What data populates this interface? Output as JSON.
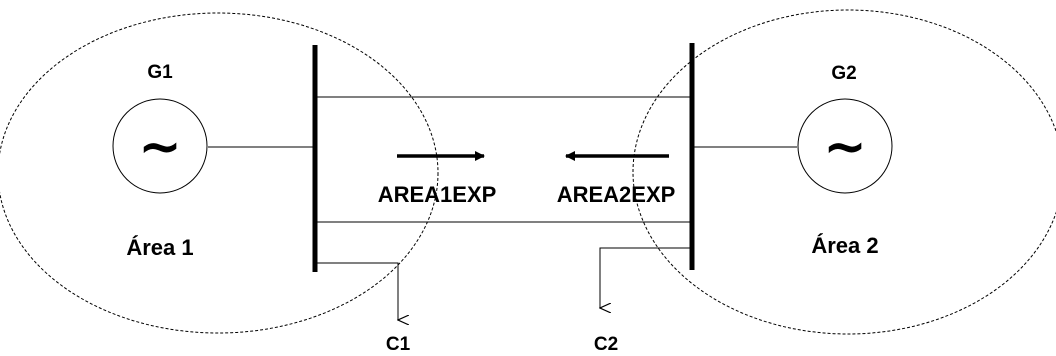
{
  "areas": [
    {
      "label": "Área 1"
    },
    {
      "label": "Área 2"
    }
  ],
  "generators": [
    {
      "label": "G1",
      "symbol": "~"
    },
    {
      "label": "G2",
      "symbol": "~"
    }
  ],
  "flows": [
    {
      "label": "AREA1EXP",
      "direction": "right"
    },
    {
      "label": "AREA2EXP",
      "direction": "left"
    }
  ],
  "loads": [
    {
      "label": "C1"
    },
    {
      "label": "C2"
    }
  ]
}
